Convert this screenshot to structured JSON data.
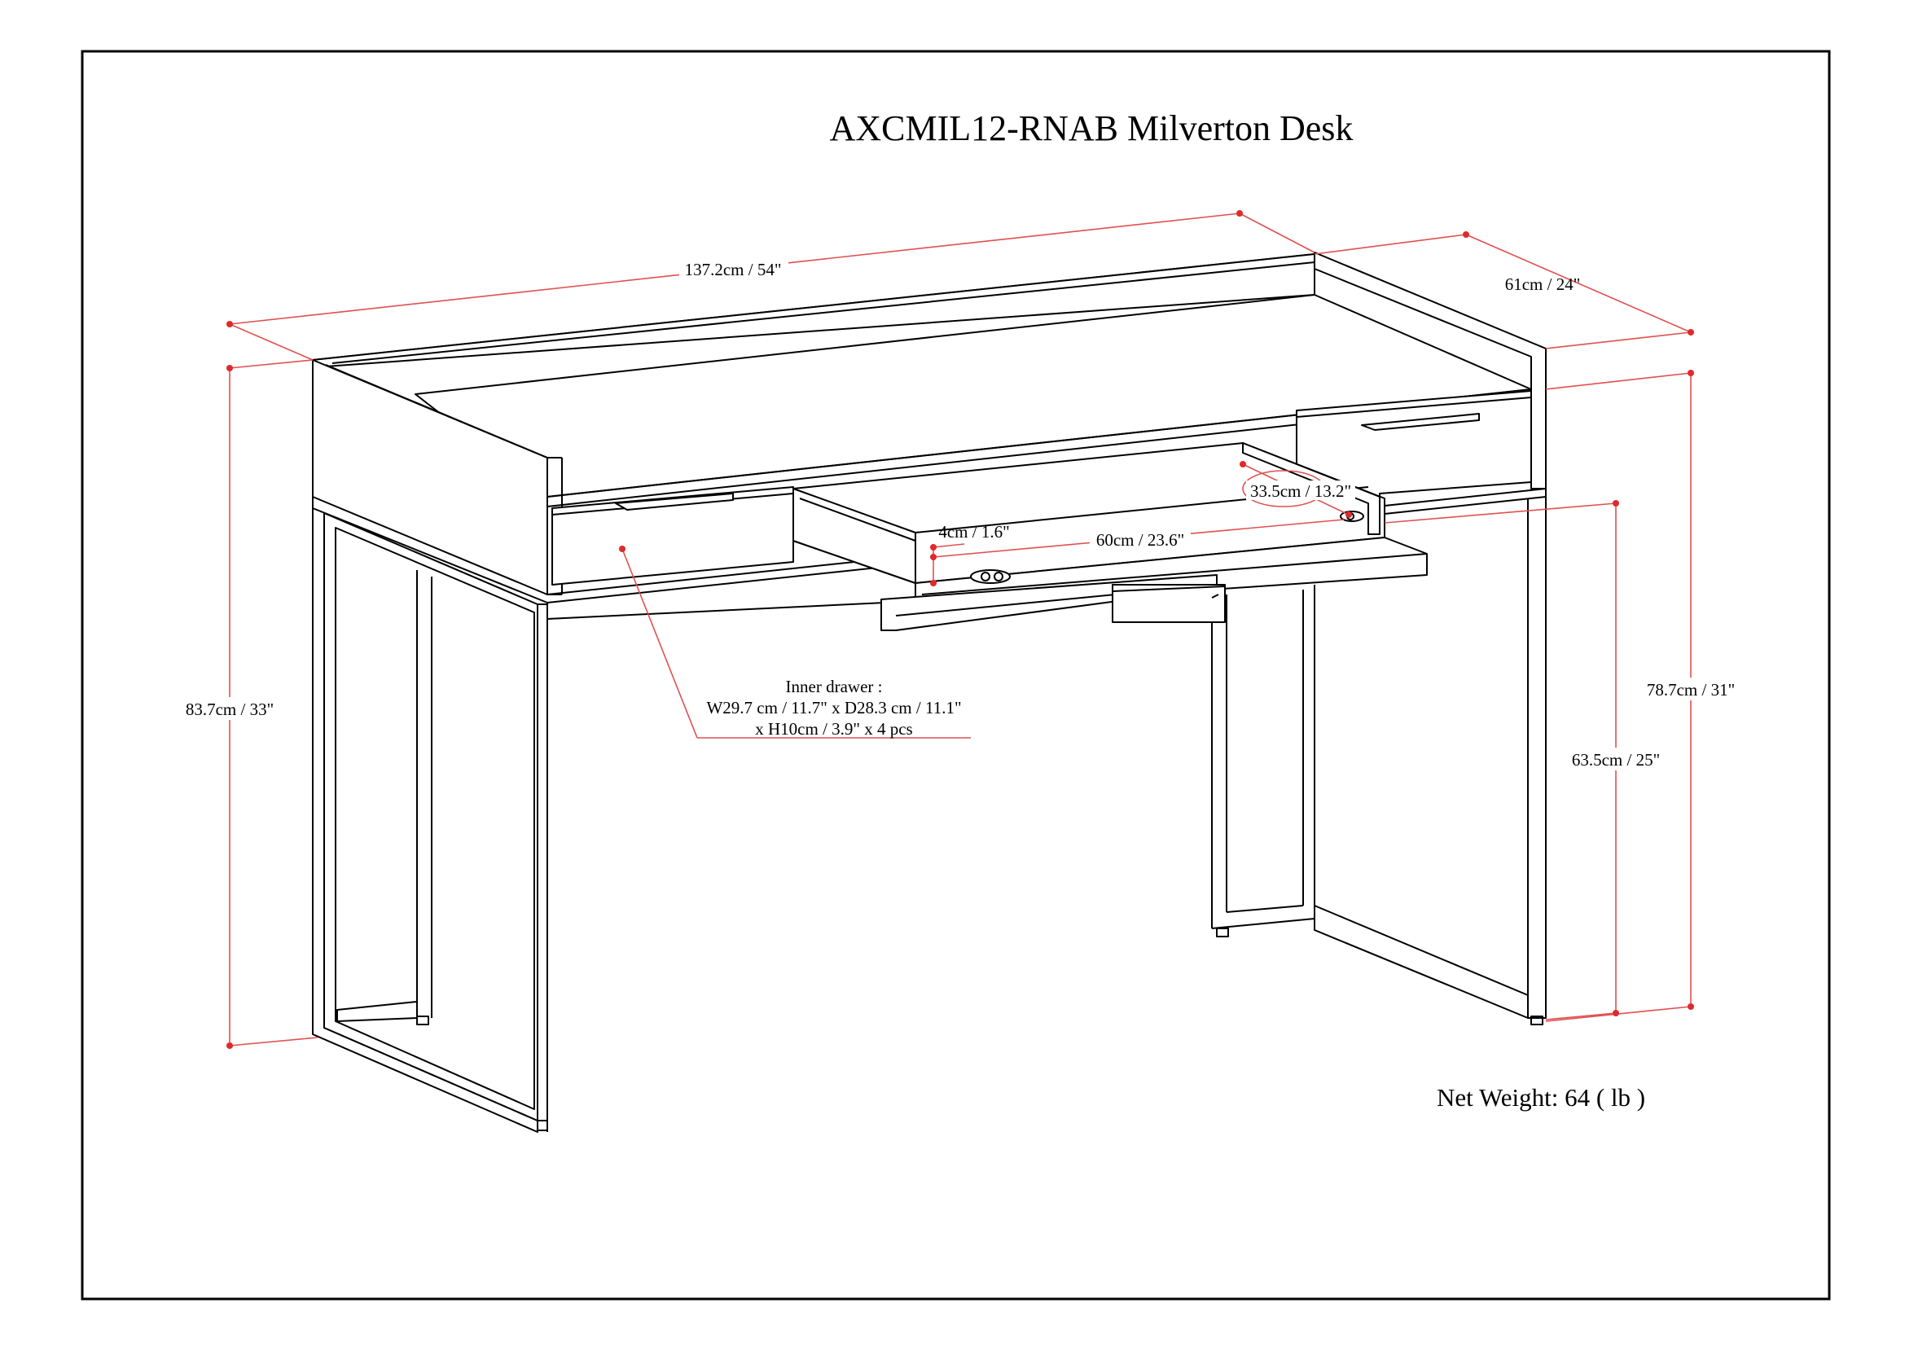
{
  "title": "AXCMIL12-RNAB Milverton Desk",
  "dimensions": {
    "width": "137.2cm / 54\"",
    "depth": "61cm / 24\"",
    "total_height": "83.7cm / 33\"",
    "desk_height_right": "78.7cm / 31\"",
    "clearance_height": "63.5cm / 25\"",
    "drawer_depth": "33.5cm / 13.2\"",
    "drawer_front_height": "4cm / 1.6\"",
    "drawer_width": "60cm / 23.6\""
  },
  "inner_drawer": {
    "line1": "Inner drawer :",
    "line2": "W29.7 cm / 11.7\" x D28.3 cm / 11.1\"",
    "line3": "x H10cm / 3.9\" x 4 pcs"
  },
  "net_weight": "Net Weight: 64 ( lb )",
  "colors": {
    "outline": "#000000",
    "dimension": "#e05050",
    "dimension_dot": "#e02a2a"
  }
}
